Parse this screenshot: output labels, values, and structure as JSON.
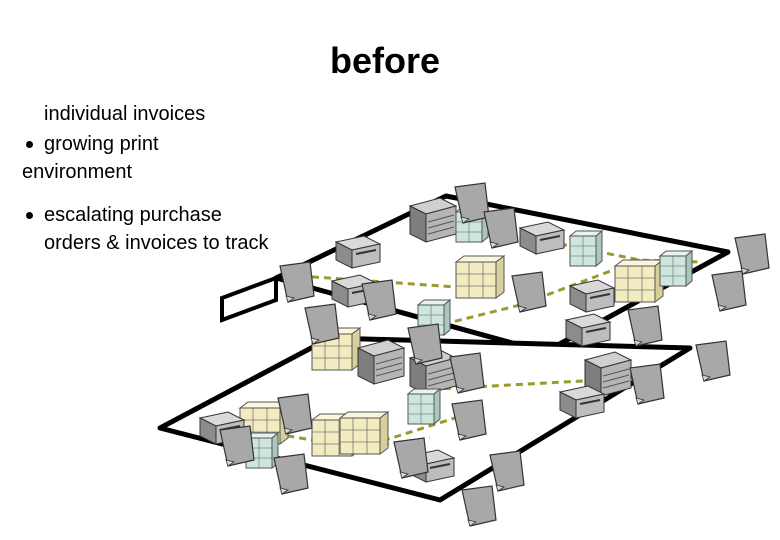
{
  "title": "before",
  "bullets": {
    "line1": "individual invoices",
    "item1": "growing print",
    "item1_cont": "environment",
    "item2_line1": "escalating purchase",
    "item2_line2": "orders & invoices to track"
  },
  "colors": {
    "floor_fill": "#ffffff",
    "floor_stroke": "#000000",
    "network_line": "#9a9a2e",
    "paper": "#a8a8a8",
    "box_cream": "#f3ecc0",
    "box_teal": "#cfe6dd",
    "machine_gray": "#8c8c8c"
  }
}
